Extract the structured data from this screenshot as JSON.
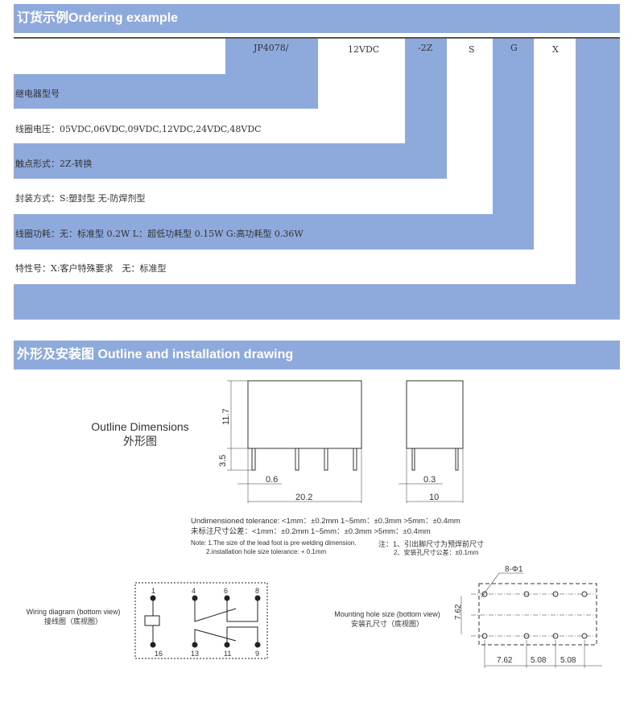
{
  "ordering": {
    "title": "订货示例Ordering example",
    "code": [
      "JP4078/",
      "12VDC",
      "-2Z",
      "S",
      "G",
      "X"
    ],
    "rows": [
      "继电器型号",
      "线圈电压：05VDC,06VDC,09VDC,12VDC,24VDC,48VDC",
      "触点形式：2Z-转换",
      "封装方式：S:塑封型 无-防焊剂型",
      "线圈功耗：无：标准型 0.2W L：超低功耗型 0.15W G:高功耗型 0.36W",
      "特性号：X:客户特殊要求　无：标准型"
    ]
  },
  "outline": {
    "title": "外形及安装图 Outline and installation drawing",
    "label_en": "Outline Dimensions",
    "label_cn": "外形图",
    "dims": {
      "height": "11.7",
      "pin": "3.5",
      "pin_w": "0.6",
      "length": "20.2",
      "side_pin": "0.3",
      "width": "10"
    },
    "tol_en": "Undimensioned tolerance: <1mm：±0.2mm  1~5mm：±0.3mm  >5mm：±0.4mm",
    "tol_cn": "未标注尺寸公差：<1mm：±0.2mm  1~5mm：±0.3mm  >5mm：±0.4mm",
    "note_en1": "Note: 1.The size of the lead foot is pre welding dimension.",
    "note_en2": "2.installation hole size tolerance: + 0.1mm",
    "note_cn1": "注：1、引出脚尺寸为预焊前尺寸",
    "note_cn2": "2、安装孔尺寸公差：±0.1mm"
  },
  "wiring": {
    "label_en": "Wiring diagram (bottom view)",
    "label_cn": "接线图（底视图）",
    "pins_top": [
      "1",
      "4",
      "6",
      "8"
    ],
    "pins_bottom": [
      "16",
      "13",
      "11",
      "9"
    ]
  },
  "mounting": {
    "label_en": "Mounting hole size (bottom view)",
    "label_cn": "安装孔尺寸（底视图）",
    "holes": "8-Φ1",
    "v": "7.62",
    "h": [
      "7.62",
      "5.08",
      "5.08"
    ]
  }
}
